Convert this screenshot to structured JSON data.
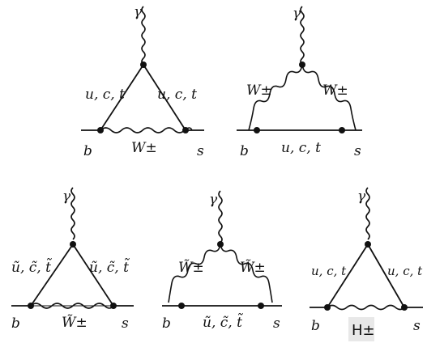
{
  "diagrams": [
    {
      "photon": "γ",
      "left_label": "u, c, t",
      "right_label": "u, c, t",
      "bottom_label": "W±",
      "in_label": "b",
      "out_label": "s"
    },
    {
      "photon": "γ",
      "left_label": "W±",
      "right_label": "W±",
      "bottom_label": "u, c, t",
      "in_label": "b",
      "out_label": "s"
    },
    {
      "photon": "γ",
      "left_label": "ũ, c̃, t̃",
      "right_label": "ũ, c̃, t̃",
      "bottom_label": "W̃±",
      "in_label": "b",
      "out_label": "s"
    },
    {
      "photon": "γ",
      "left_label": "W̃±",
      "right_label": "W̃±",
      "bottom_label": "ũ, c̃, t̃",
      "in_label": "b",
      "out_label": "s"
    },
    {
      "photon": "γ",
      "left_label": "u, c, t",
      "right_label": "u, c, t",
      "bottom_label": "H±",
      "in_label": "b",
      "out_label": "s"
    }
  ]
}
